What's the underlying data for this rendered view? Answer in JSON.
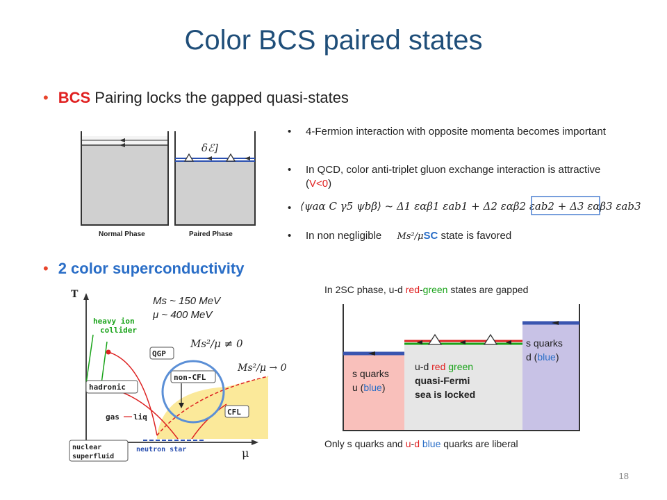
{
  "slide": {
    "title": "Color BCS paired states",
    "page_number": "18"
  },
  "bullets": {
    "b1_highlight": "BCS",
    "b1_rest": " Pairing locks the gapped quasi-states",
    "b2": "2 color superconductivity"
  },
  "subbullets": {
    "s1": "4-Fermion interaction with opposite momenta becomes important",
    "s2_pre": "In QCD, color anti-triplet gluon exchange interaction is attractive (",
    "s2_red": "V<0",
    "s2_post": ")",
    "s4_pre": "In non negligible",
    "s4_sc": "SC",
    "s4_post": " state is favored"
  },
  "formulas": {
    "gap_lhs": "⟨ψ",
    "gap_full": "⟨ψaα C γ5 ψbβ⟩ ~ Δ1 εαβ1 εab1 + Δ2 εαβ2 εab2 + Δ3 εαβ3 εab3",
    "ms2mu": "Ms²/μ",
    "ms2mu_neq": "Ms²/μ ≠ 0",
    "ms2mu_to": "Ms²/μ → 0",
    "delta_e": "δℰ]"
  },
  "bcs_figure": {
    "normal_label": "Normal Phase",
    "paired_label": "Paired Phase"
  },
  "phase_diagram": {
    "axis_t": "T",
    "axis_mu": "μ",
    "params_ms": "Ms ~ 150 MeV",
    "params_mu": "μ ~ 400 MeV",
    "heavy_ion": "heavy ion\ncollider",
    "heavy_ion_1": "heavy ion",
    "heavy_ion_2": "collider",
    "qgp": "QGP",
    "hadronic": "hadronic",
    "non_cfl": "non-CFL",
    "cfl": "CFL",
    "gas": "gas",
    "liq": "liq",
    "nuclear_1": "nuclear",
    "nuclear_2": "superfluid",
    "neutron_star": "neutron star"
  },
  "fermi_diagram": {
    "top_pre": "In 2SC phase, u-d ",
    "top_red": "red",
    "top_dash": "-",
    "top_green": "green",
    "top_post": " states are gapped",
    "left_1": "s quarks",
    "left_2a": "u (",
    "left_2b": "blue",
    "left_2c": ")",
    "mid_1a": "u-d ",
    "mid_1b": "red",
    "mid_1c": " ",
    "mid_1d": "green",
    "mid_2": "quasi-Fermi",
    "mid_3": "sea is locked",
    "right_1": "s quarks",
    "right_2a": "d (",
    "right_2b": "blue",
    "right_2c": ")",
    "bottom_pre": "Only s quarks and ",
    "bottom_u": "u",
    "bottom_dash": "-",
    "bottom_d": "d",
    "bottom_blue": " blue",
    "bottom_post": " quarks are liberal"
  },
  "colors": {
    "title": "#1f4e79",
    "bullet": "#e8452c",
    "red_region": "#f9c0bb",
    "gray_region": "#e6e6e6",
    "purple_region": "#c8c2e6",
    "fermi_line": "#3a55b0",
    "cfl_region": "#fbe99a"
  }
}
